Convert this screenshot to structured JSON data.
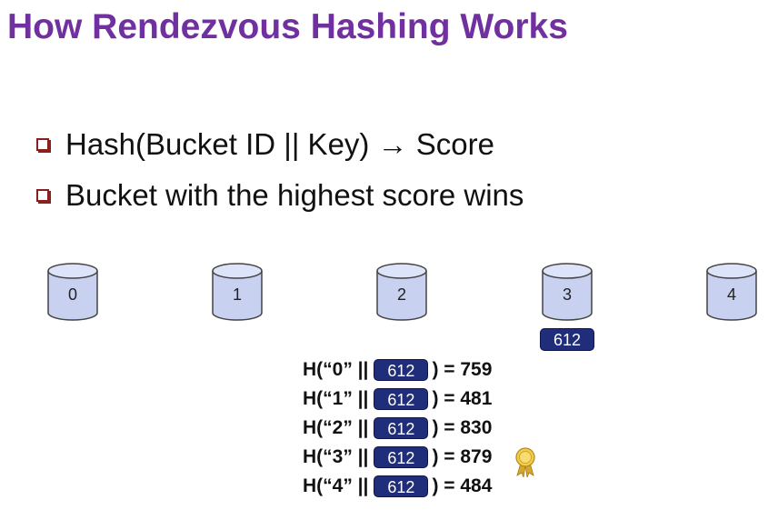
{
  "title": "How Rendezvous Hashing Works",
  "bullets": [
    "Hash(Bucket ID || Key) → Score",
    "Bucket with the highest score wins"
  ],
  "buckets": [
    "0",
    "1",
    "2",
    "3",
    "4"
  ],
  "key": "612",
  "equations": [
    {
      "prefix": "H(“0” ||",
      "key": "612",
      "suffix": ") = 759"
    },
    {
      "prefix": "H(“1” ||",
      "key": "612",
      "suffix": ") = 481"
    },
    {
      "prefix": "H(“2” ||",
      "key": "612",
      "suffix": ") = 830"
    },
    {
      "prefix": "H(“3” ||",
      "key": "612",
      "suffix": ") = 879"
    },
    {
      "prefix": "H(“4” ||",
      "key": "612",
      "suffix": ") = 484"
    }
  ],
  "winner_icon": "medal-icon",
  "colors": {
    "title": "#7030a0",
    "pill": "#1f2d7a",
    "bucket": "#c9d1f0"
  }
}
